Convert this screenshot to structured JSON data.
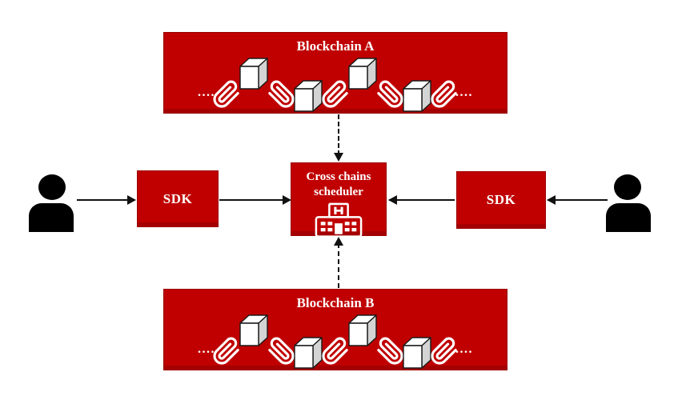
{
  "colors": {
    "red": "#c00000",
    "red-edge": "#8f0000",
    "line": "#111111",
    "white": "#ffffff",
    "cube-side": "#d4d4d4",
    "person": "#000000",
    "bg": "#ffffff"
  },
  "blockchain_a": {
    "label": "Blockchain A"
  },
  "blockchain_b": {
    "label": "Blockchain B"
  },
  "chain": {
    "dots": "....",
    "pattern": [
      "dots",
      "clip-up",
      "cube-up",
      "clip-down",
      "cube-down",
      "clip-up",
      "cube-up",
      "clip-down",
      "cube-down",
      "clip-up",
      "dots"
    ],
    "cube_icon": "block-cube-icon",
    "clip_icon": "chain-link-clip-icon"
  },
  "scheduler": {
    "label": "Cross chains scheduler",
    "icon": "building-icon",
    "building_letter": "H"
  },
  "sdk_left": {
    "label": "SDK"
  },
  "sdk_right": {
    "label": "SDK"
  },
  "user_left": {
    "icon": "user-icon"
  },
  "user_right": {
    "icon": "user-icon"
  }
}
